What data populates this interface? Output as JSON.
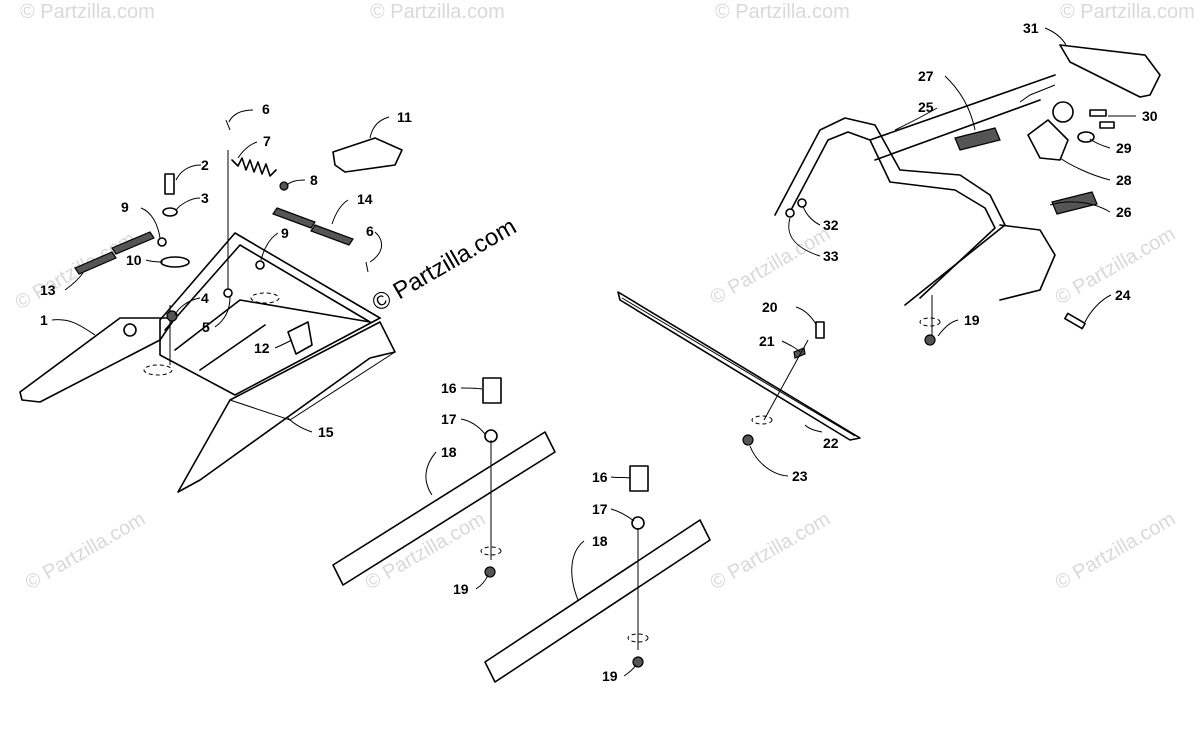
{
  "watermark": {
    "corner_text": "© Partzilla.com",
    "main_text": "© Partzilla.com"
  },
  "callouts": [
    "1",
    "2",
    "3",
    "4",
    "5",
    "6",
    "7",
    "8",
    "9",
    "10",
    "11",
    "12",
    "13",
    "14",
    "15",
    "16",
    "17",
    "18",
    "19",
    "20",
    "21",
    "22",
    "23",
    "24",
    "25",
    "26",
    "27",
    "28",
    "29",
    "30",
    "31",
    "32",
    "33"
  ]
}
